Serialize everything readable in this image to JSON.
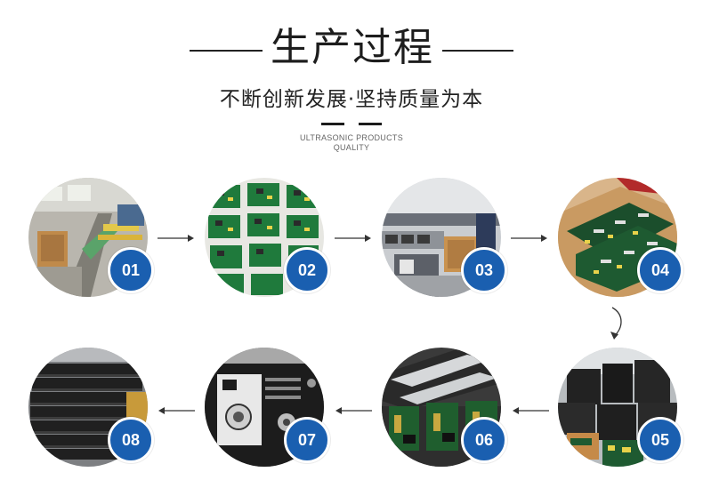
{
  "header": {
    "title": "生产过程",
    "subtitle": "不断创新发展·坚持质量为本",
    "english_line1": "ULTRASONIC PRODUCTS",
    "english_line2": "QUALITY"
  },
  "colors": {
    "badge": "#1a5fb0",
    "text": "#1d1d1d",
    "arrow": "#333333"
  },
  "steps": [
    {
      "number": "01",
      "photo": "assembly-line-photo"
    },
    {
      "number": "02",
      "photo": "circuit-boards-photo"
    },
    {
      "number": "03",
      "photo": "workshop-photo"
    },
    {
      "number": "04",
      "photo": "boxed-boards-photo"
    },
    {
      "number": "05",
      "photo": "assembled-units-photo"
    },
    {
      "number": "06",
      "photo": "open-chassis-photo"
    },
    {
      "number": "07",
      "photo": "rear-panel-photo"
    },
    {
      "number": "08",
      "photo": "stacked-cases-photo"
    }
  ]
}
